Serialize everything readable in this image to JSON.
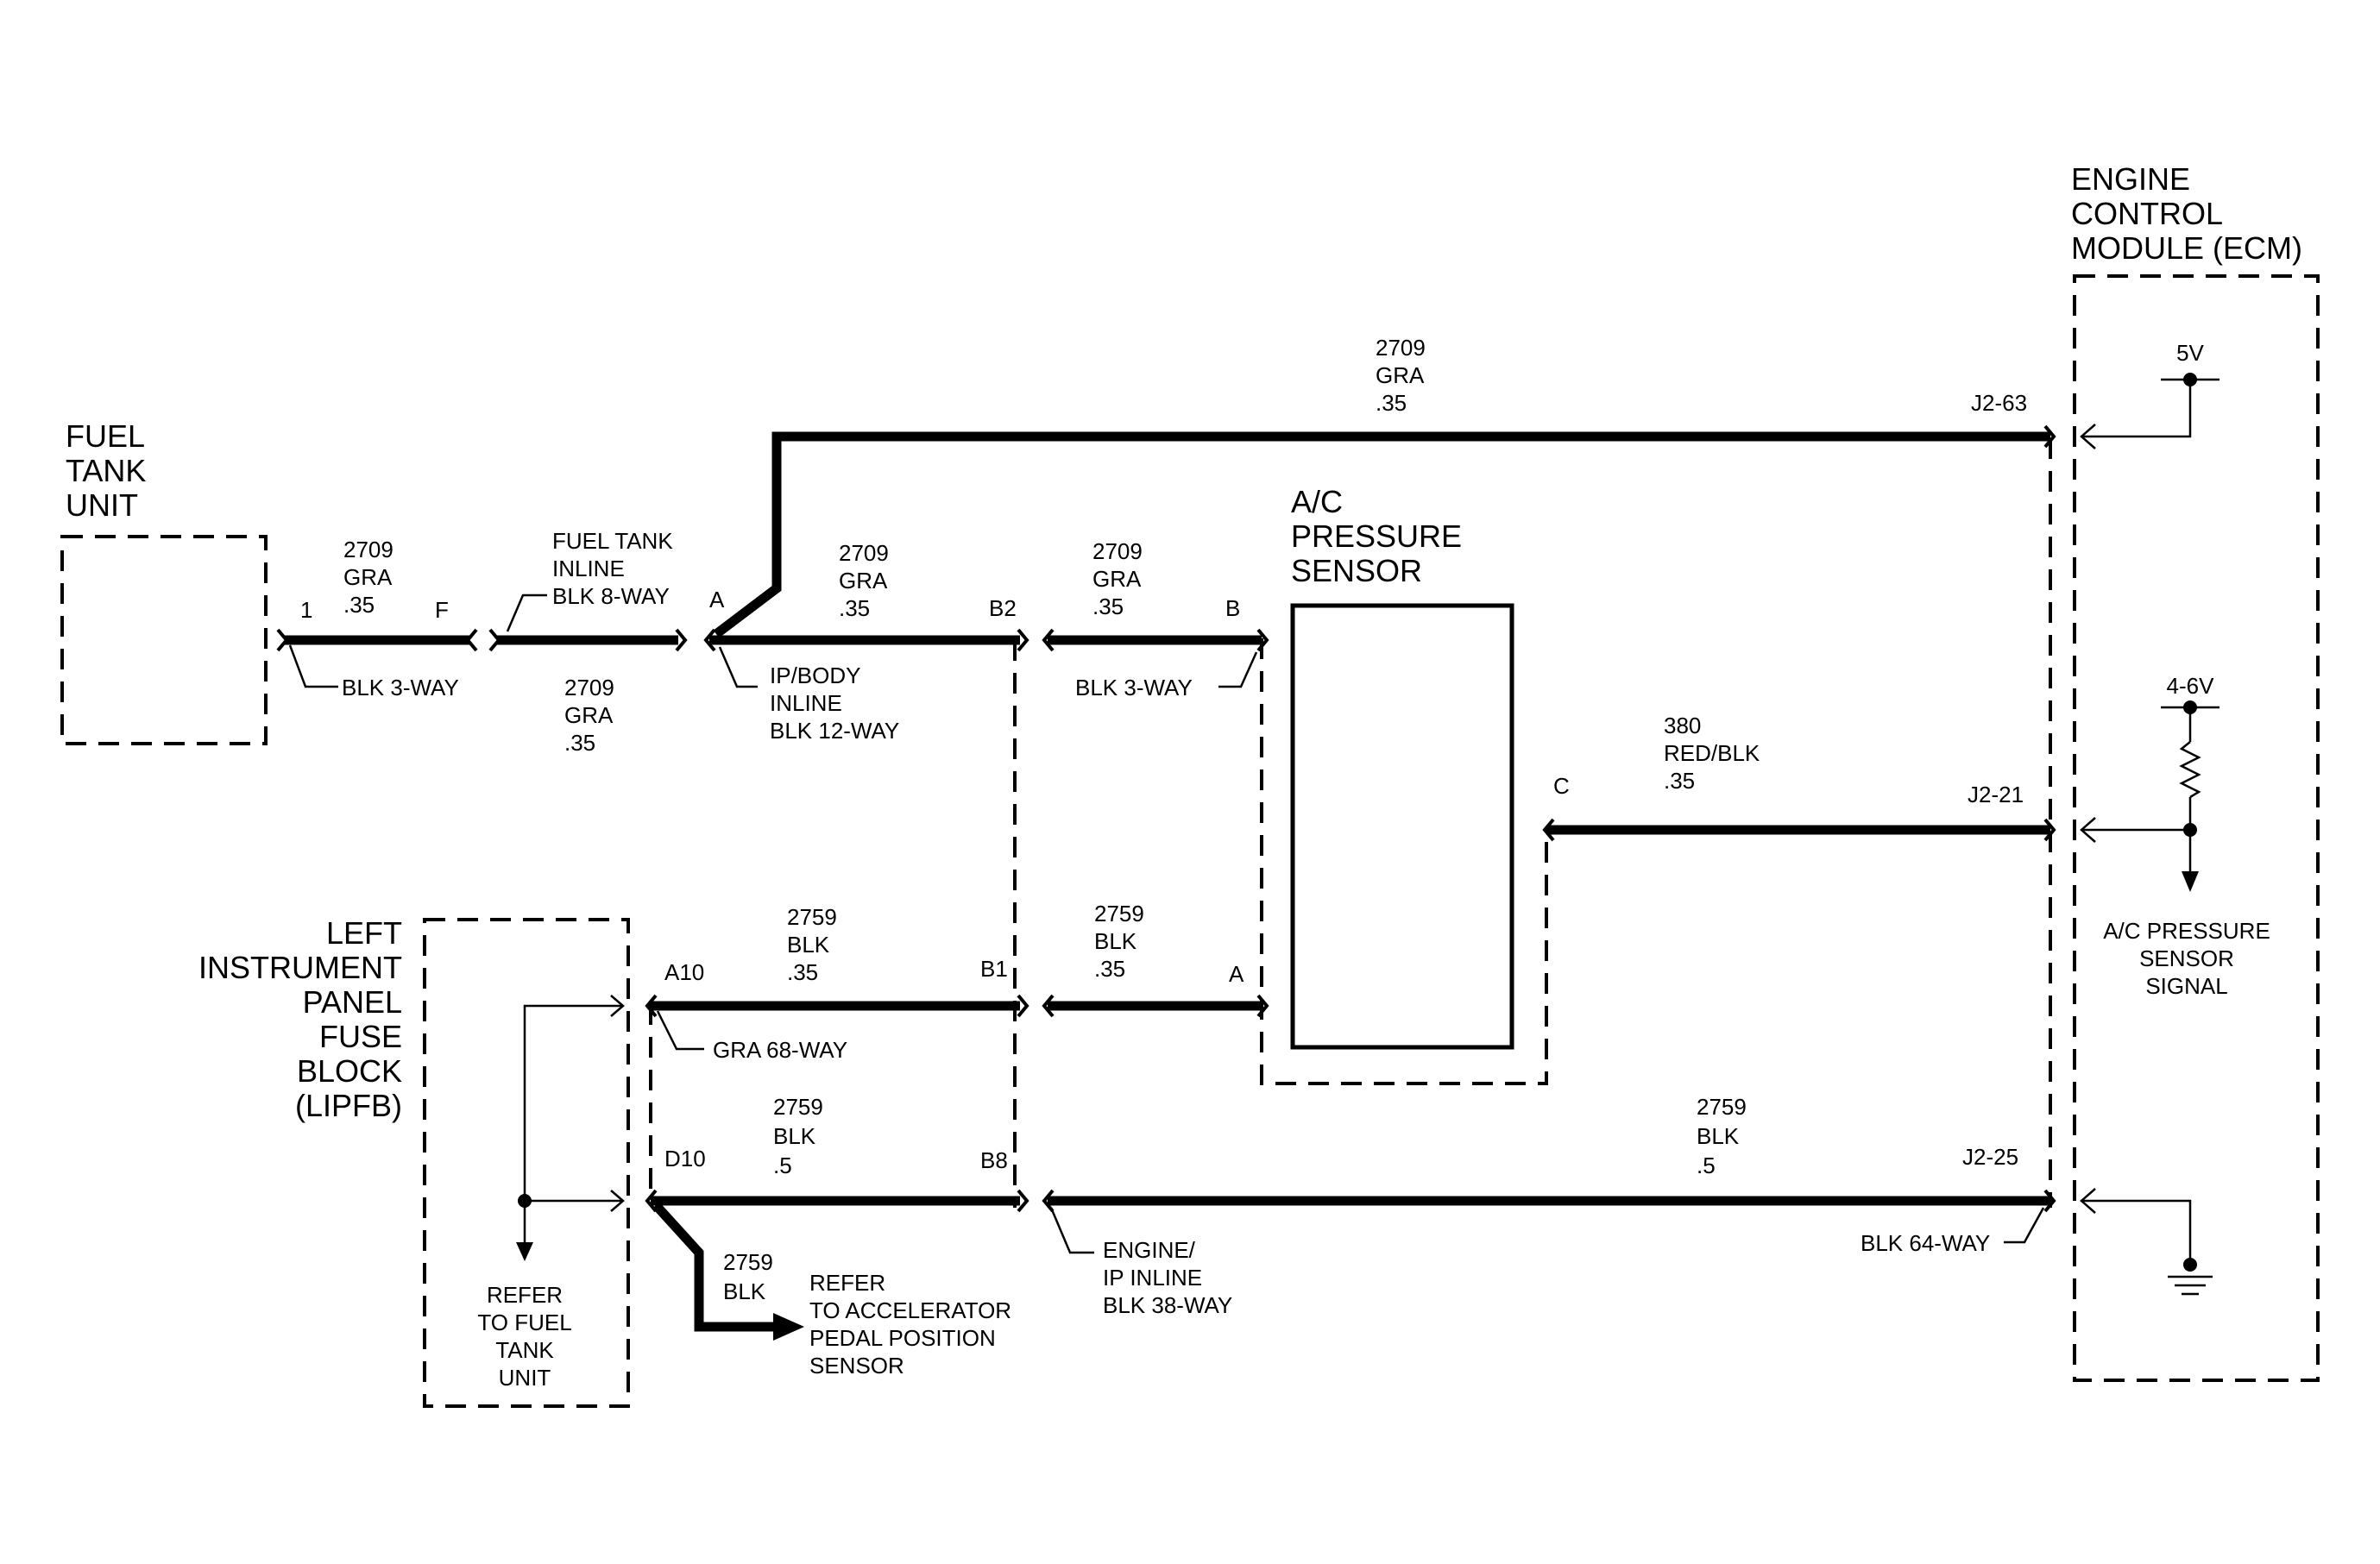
{
  "components": {
    "fuel_tank_unit": [
      "FUEL",
      "TANK",
      "UNIT"
    ],
    "ecm": [
      "ENGINE",
      "CONTROL",
      "MODULE (ECM)"
    ],
    "ac_sensor": [
      "A/C",
      "PRESSURE",
      "SENSOR"
    ],
    "lipfb": [
      "LEFT",
      "INSTRUMENT",
      "PANEL",
      "FUSE",
      "BLOCK",
      "(LIPFB)"
    ]
  },
  "wires": {
    "w1": [
      "2709",
      "GRA",
      ".35"
    ],
    "w2": [
      "2709",
      "GRA",
      ".35"
    ],
    "w3": [
      "2709",
      "GRA",
      ".35"
    ],
    "w4": [
      "2709",
      "GRA",
      ".35"
    ],
    "w5": [
      "2709",
      "GRA",
      ".35"
    ],
    "w6": [
      "380",
      "RED/BLK",
      ".35"
    ],
    "w7": [
      "2759",
      "BLK",
      ".35"
    ],
    "w8": [
      "2759",
      "BLK",
      ".35"
    ],
    "w9": [
      "2759",
      "BLK",
      ".5"
    ],
    "w10": [
      "2759",
      "BLK",
      ".5"
    ],
    "w11": [
      "2759",
      "BLK"
    ]
  },
  "connectors": {
    "blk3way_left": "BLK 3-WAY",
    "fuel_tank_inline": [
      "FUEL TANK",
      "INLINE",
      "BLK 8-WAY"
    ],
    "ip_body_inline": [
      "IP/BODY",
      "INLINE",
      "BLK 12-WAY"
    ],
    "blk3way_right": "BLK 3-WAY",
    "gra68way": "GRA 68-WAY",
    "engine_ip_inline": [
      "ENGINE/",
      "IP INLINE",
      "BLK 38-WAY"
    ],
    "blk64way": "BLK 64-WAY"
  },
  "pins": {
    "p1": "1",
    "pF": "F",
    "pA_ipbody": "A",
    "pB2": "B2",
    "pB": "B",
    "pC": "C",
    "pA_sensor": "A",
    "pB1": "B1",
    "pA10": "A10",
    "pD10": "D10",
    "pB8": "B8",
    "pJ263": "J2-63",
    "pJ221": "J2-21",
    "pJ225": "J2-25"
  },
  "ecm_internal": {
    "v5": "5V",
    "v46": "4-6V",
    "signal": [
      "A/C PRESSURE",
      "SENSOR",
      "SIGNAL"
    ]
  },
  "refs": {
    "fuel_tank": [
      "REFER",
      "TO FUEL",
      "TANK",
      "UNIT"
    ],
    "accel": [
      "REFER",
      "TO ACCELERATOR",
      "PEDAL POSITION",
      "SENSOR"
    ]
  }
}
